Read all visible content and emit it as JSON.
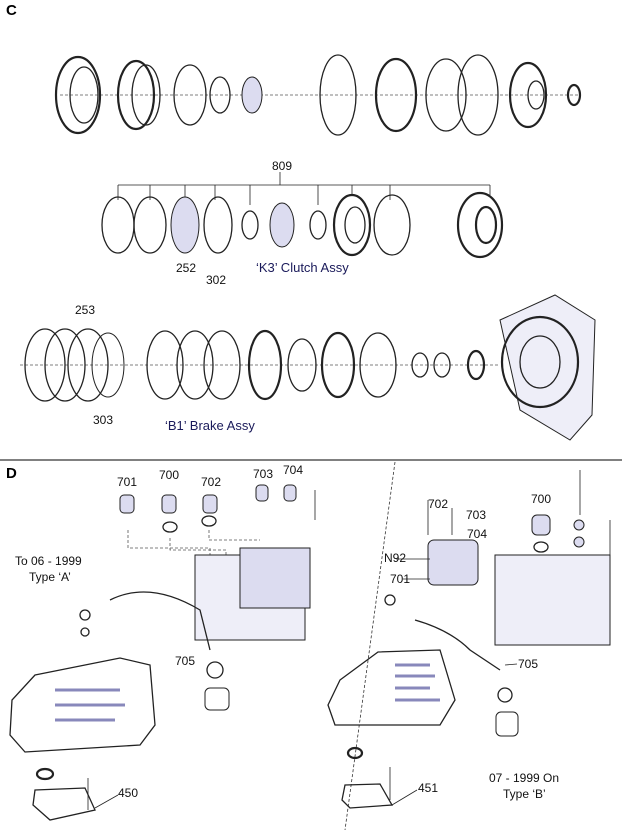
{
  "section_c": {
    "letter": "C",
    "callouts": {
      "p809": "809",
      "p252": "252",
      "p302": "302",
      "p253": "253",
      "p303": "303"
    },
    "k3_label": "‘K3’ Clutch Assy",
    "b1_label": "‘B1’ Brake Assy"
  },
  "section_d": {
    "letter": "D",
    "type_a": {
      "line1": "To 06 - 1999",
      "line2": "Type ‘A’",
      "callouts": {
        "p701": "701",
        "p700": "700",
        "p702": "702",
        "p703": "703",
        "p704": "704",
        "p705": "705",
        "p450": "450"
      }
    },
    "type_b": {
      "line1": "07 - 1999 On",
      "line2": "Type ‘B’",
      "callouts": {
        "p702": "702",
        "p703": "703",
        "p704": "704",
        "pN92": "N92",
        "p701": "701",
        "p700": "700",
        "p705": "705",
        "p451": "451"
      }
    }
  },
  "colors": {
    "accent": "#dcdcf0",
    "line": "#222222"
  }
}
